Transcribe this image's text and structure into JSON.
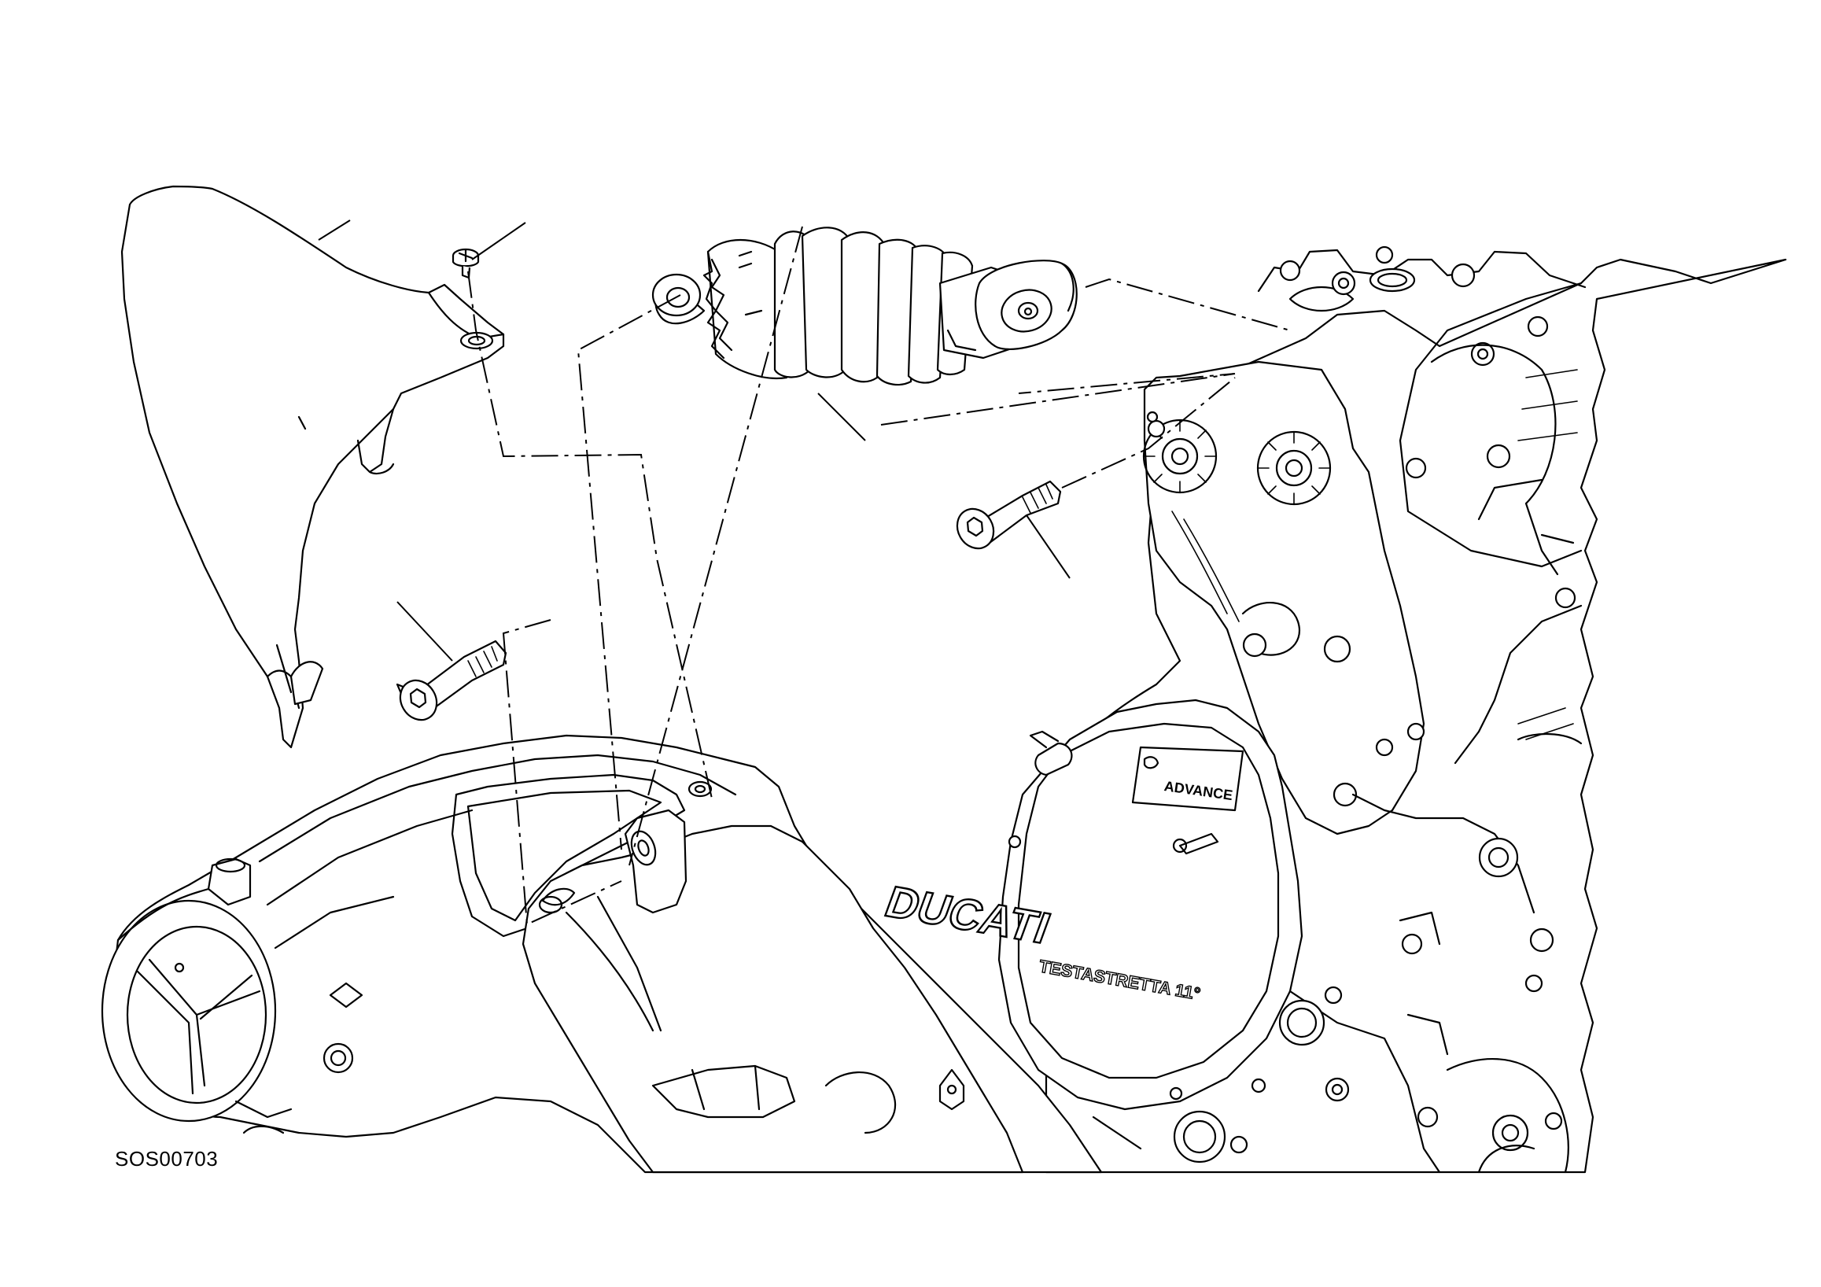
{
  "drawing": {
    "code": "SOS00703",
    "cover_brand": "DUCATI",
    "cover_model": "TESTASTRETTA 11°",
    "badge_text": "ADVANCE"
  }
}
